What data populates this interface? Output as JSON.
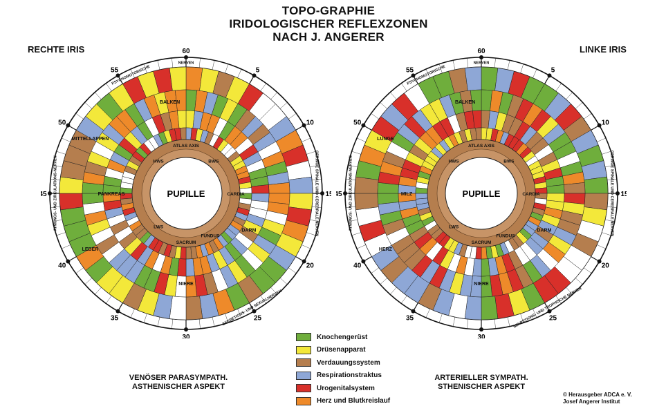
{
  "title": {
    "line1": "TOPO-GRAPHIE",
    "line2": "IRIDOLOGISCHER REFLEXZONEN",
    "line3": "NACH J. ANGERER"
  },
  "right_iris": {
    "label": "RECHTE IRIS",
    "aspect_line1": "VENÖSER PARASYMPATH.",
    "aspect_line2": "ASTHENISCHER ASPEKT",
    "ticks": [
      "60",
      "5",
      "10",
      "15",
      "20",
      "25",
      "30",
      "35",
      "40",
      "45",
      "50",
      "55"
    ],
    "pupil": "PUPILLE",
    "inner_labels": [
      "ATLAS AXIS",
      "SACRUM",
      "HWS",
      "BWS",
      "LWS",
      "CARDIA",
      "FUNDUS"
    ],
    "zone_labels": [
      "NIERE",
      "PANKREAS",
      "BALKEN",
      "LEBER",
      "DARM",
      "MITTELLAPPEN"
    ],
    "ring_texts": [
      "PSYCHOMOTORISCHE",
      "NERVEN",
      "ATMUNGS- UND ZIRKULATIONS-NERVEN",
      "EXKRETIONS- UND SEXUALNERVEN",
      "GERINGE SPINALE UND CEREBRALE NERVEN"
    ]
  },
  "left_iris": {
    "label": "LINKE IRIS",
    "aspect_line1": "ARTERIELLER SYMPATH.",
    "aspect_line2": "STHENISCHER ASPEKT",
    "ticks": [
      "60",
      "5",
      "10",
      "15",
      "20",
      "25",
      "30",
      "35",
      "40",
      "45",
      "50",
      "55"
    ],
    "pupil": "PUPILLE",
    "inner_labels": [
      "ATLAS AXIS",
      "SACRUM",
      "HWS",
      "BWS",
      "LWS",
      "CARDIA",
      "FUNDUS"
    ],
    "zone_labels": [
      "NIERE",
      "MILZ",
      "BALKEN",
      "HERZ",
      "DARM",
      "LUNGE"
    ],
    "ring_texts": [
      "PSYCHOMOTORISCHE",
      "NERVEN",
      "ATMUNGS- UND ZIRKULATIONS-NERVEN",
      "SEKRETIONS- UND TROPHISCHE NERVEN",
      "GERINGE SPINALE UND CEREBRALE NERVEN"
    ]
  },
  "legend": [
    {
      "label": "Knochengerüst",
      "color": "#6fae3c"
    },
    {
      "label": "Drüsenapparat",
      "color": "#f3e83a"
    },
    {
      "label": "Verdauungssystem",
      "color": "#b57e4e"
    },
    {
      "label": "Respirationstraktus",
      "color": "#8ea7d6"
    },
    {
      "label": "Urogenitalsystem",
      "color": "#d8302a"
    },
    {
      "label": "Herz und Blutkreislauf",
      "color": "#ee8a2a"
    }
  ],
  "copyright": {
    "line1": "© Herausgeber ADCA e. V.",
    "line2": "Josef Angerer Institut"
  },
  "colors": {
    "green": "#6fae3c",
    "yellow": "#f3e83a",
    "brown": "#b57e4e",
    "blue": "#8ea7d6",
    "red": "#d8302a",
    "orange": "#ee8a2a"
  }
}
